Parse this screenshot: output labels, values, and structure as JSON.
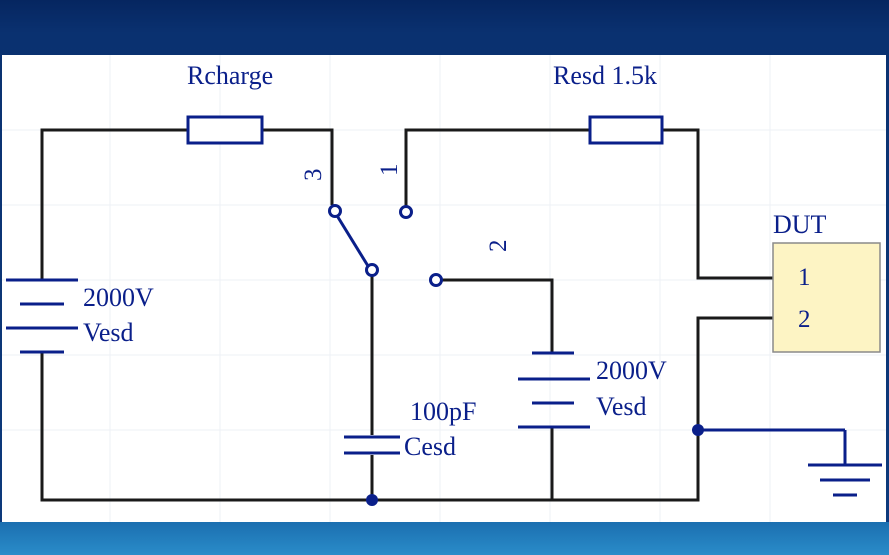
{
  "diagram": {
    "resistor_charge_label": "Rcharge",
    "resistor_esd_label": "Resd 1.5k",
    "switch_pin_3": "3",
    "switch_pin_1": "1",
    "switch_pin_2": "2",
    "source_left_voltage": "2000V",
    "source_left_name": "Vesd",
    "capacitor_value": "100pF",
    "capacitor_name": "Cesd",
    "source_right_voltage": "2000V",
    "source_right_name": "Vesd",
    "dut_title": "DUT",
    "dut_pin_1": "1",
    "dut_pin_2": "2"
  },
  "colors": {
    "header": "#0a3170",
    "footer": "#2a8cc9",
    "wire": "#1a1a1a",
    "component": "#0a1f8a",
    "dut_fill": "#fdf4c4"
  }
}
